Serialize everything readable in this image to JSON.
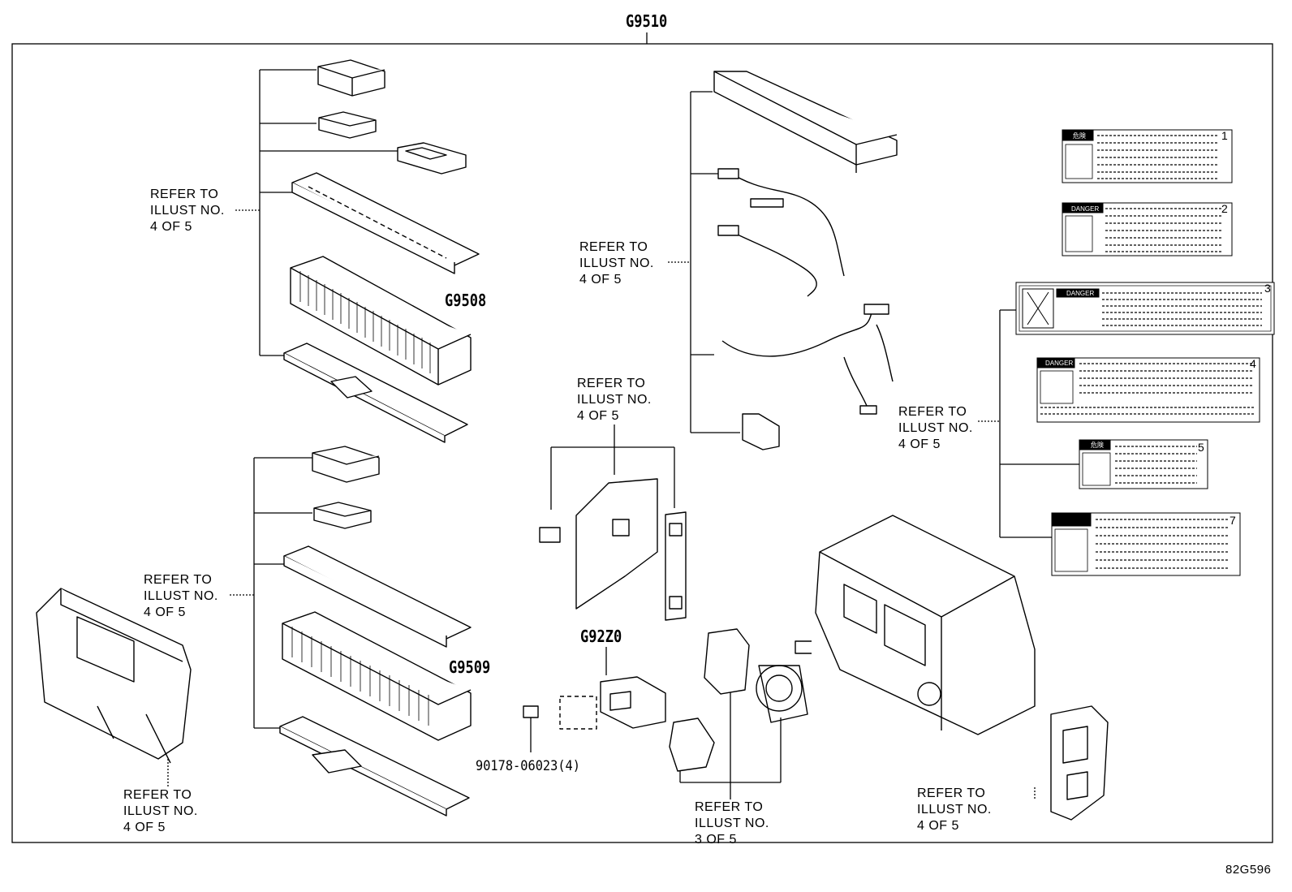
{
  "main_part_number": "G9510",
  "sub_parts": {
    "upper_stack": "G9508",
    "lower_stack": "G9509",
    "bracket_group": "G92Z0",
    "fastener": "90178-06023(4)"
  },
  "refer_labels": {
    "upper_left": "REFER TO\nILLUST NO.\n4 OF 5",
    "lower_left": "REFER TO\nILLUST NO.\n4 OF 5",
    "bottom_left": "REFER TO\nILLUST NO.\n4 OF 5",
    "center": "REFER TO\nILLUST NO.\n4 OF 5",
    "upper_center": "REFER TO\nILLUST NO.\n4 OF 5",
    "right_labels": "REFER TO\nILLUST NO.\n4 OF 5",
    "bottom_center": "REFER TO\nILLUST NO.\n3 OF 5",
    "bottom_right": "REFER TO\nILLUST NO.\n4 OF 5"
  },
  "label_stickers": [
    {
      "number": "1",
      "heading": "危険"
    },
    {
      "number": "2",
      "heading": "DANGER"
    },
    {
      "number": "3",
      "heading": "DANGER"
    },
    {
      "number": "4",
      "heading": "DANGER"
    },
    {
      "number": "5",
      "heading": "危険"
    },
    {
      "number": "7",
      "heading": ""
    }
  ],
  "illustration_code": "82G596"
}
